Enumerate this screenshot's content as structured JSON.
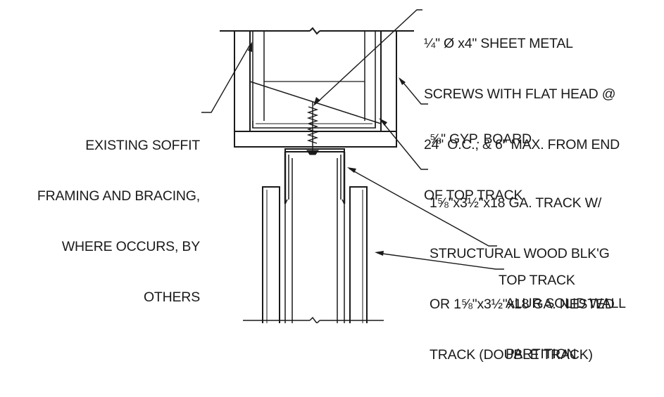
{
  "notes": {
    "screws": {
      "lines": [
        "¼\" Ø x4\" SHEET METAL",
        "SCREWS WITH FLAT HEAD @",
        "24\" O.C., & 6\" MAX. FROM END",
        "OF TOP TRACK"
      ]
    },
    "gyp_board": {
      "text": "⅝\" GYP. BOARD"
    },
    "soffit": {
      "lines": [
        "EXISTING SOFFIT",
        "FRAMING AND BRACING,",
        "WHERE OCCURS, BY",
        "OTHERS"
      ]
    },
    "track": {
      "lines": [
        "1⅝\"x3½\"x18 GA. TRACK W/",
        "STRUCTURAL WOOD BLK'G",
        "OR 1⅝\"x3½\"x18 GA. NESTED",
        "TRACK (DOUBLE TRACK)"
      ]
    },
    "top_track": {
      "text": "TOP TRACK"
    },
    "alur": {
      "lines": [
        "ALUR SOLID WALL",
        "PARTITION"
      ]
    }
  },
  "colors": {
    "ink": "#1a1a1a",
    "paper": "#ffffff"
  }
}
